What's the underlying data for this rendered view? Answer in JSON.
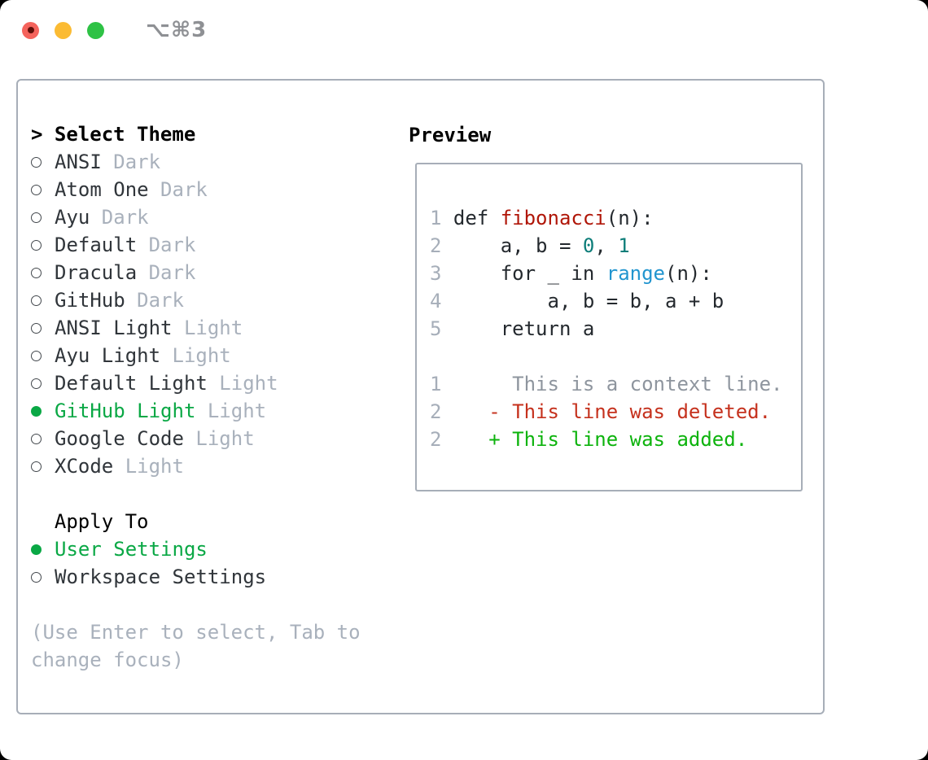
{
  "titlebar": {
    "title": "⌥⌘3"
  },
  "theme_panel": {
    "prompt": ">",
    "title": "Select Theme",
    "themes": [
      {
        "name": "ANSI",
        "variant": "Dark",
        "selected": false
      },
      {
        "name": "Atom One",
        "variant": "Dark",
        "selected": false
      },
      {
        "name": "Ayu",
        "variant": "Dark",
        "selected": false
      },
      {
        "name": "Default",
        "variant": "Dark",
        "selected": false
      },
      {
        "name": "Dracula",
        "variant": "Dark",
        "selected": false
      },
      {
        "name": "GitHub",
        "variant": "Dark",
        "selected": false
      },
      {
        "name": "ANSI Light",
        "variant": "Light",
        "selected": false
      },
      {
        "name": "Ayu Light",
        "variant": "Light",
        "selected": false
      },
      {
        "name": "Default Light",
        "variant": "Light",
        "selected": false
      },
      {
        "name": "GitHub Light",
        "variant": "Light",
        "selected": true
      },
      {
        "name": "Google Code",
        "variant": "Light",
        "selected": false
      },
      {
        "name": "XCode",
        "variant": "Light",
        "selected": false
      }
    ],
    "apply_to": {
      "title": "Apply To",
      "options": [
        {
          "label": "User Settings",
          "selected": true
        },
        {
          "label": "Workspace Settings",
          "selected": false
        }
      ]
    },
    "help_lines": [
      "(Use Enter to select, Tab to",
      "change focus)"
    ]
  },
  "preview": {
    "title": "Preview",
    "lines": [
      {
        "num": "1",
        "kind": "code",
        "tokens": [
          [
            "def ",
            "plain"
          ],
          [
            "fibonacci",
            "fn"
          ],
          [
            "(n):",
            "plain"
          ]
        ]
      },
      {
        "num": "2",
        "kind": "code",
        "tokens": [
          [
            "    a, b = ",
            "plain"
          ],
          [
            "0",
            "num"
          ],
          [
            ", ",
            "plain"
          ],
          [
            "1",
            "num"
          ]
        ]
      },
      {
        "num": "3",
        "kind": "code",
        "tokens": [
          [
            "    for _ in ",
            "plain"
          ],
          [
            "range",
            "builtin"
          ],
          [
            "(n):",
            "plain"
          ]
        ]
      },
      {
        "num": "4",
        "kind": "code",
        "tokens": [
          [
            "        a, b = b, a + b",
            "plain"
          ]
        ]
      },
      {
        "num": "5",
        "kind": "code",
        "tokens": [
          [
            "    return a",
            "plain"
          ]
        ]
      },
      {
        "num": "",
        "kind": "blank",
        "tokens": []
      },
      {
        "num": "1",
        "kind": "context",
        "tokens": [
          [
            "     This is a context line.",
            "ctx"
          ]
        ]
      },
      {
        "num": "2",
        "kind": "deleted",
        "tokens": [
          [
            "   - This line was deleted.",
            "del"
          ]
        ]
      },
      {
        "num": "2",
        "kind": "added",
        "tokens": [
          [
            "   + This line was added.",
            "add"
          ]
        ]
      }
    ]
  },
  "colors": {
    "traffic-red": "#f4635c",
    "traffic-red-dot": "#5f0e08",
    "traffic-yellow": "#fbbb33",
    "traffic-green": "#2ec245",
    "title-gray": "#8e9094",
    "border-gray": "#a7aeb8",
    "text-dark": "#30353a",
    "muted-gray": "#a9b1bc",
    "selected-green": "#0aa845",
    "code-plain": "#24292e",
    "code-fn": "#b01608",
    "code-number": "#0d7d79",
    "code-builtin": "#2295cf",
    "code-lineno": "#a6aeb9",
    "diff-context": "#8e959e",
    "diff-deleted": "#c5311d",
    "diff-added": "#0db30d"
  }
}
